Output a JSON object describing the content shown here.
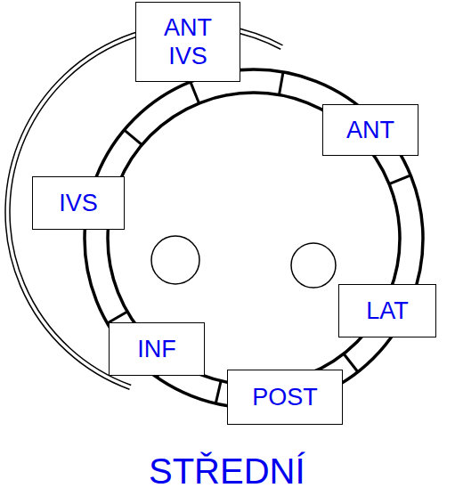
{
  "diagram": {
    "title": "STŘEDNÍ",
    "nodes": [
      {
        "text": [
          "ANT IVS"
        ]
      },
      {
        "text": [
          "ANT"
        ]
      },
      {
        "text": [
          "IVS"
        ]
      },
      {
        "text": [
          "LAT"
        ]
      },
      {
        "text": [
          "INF"
        ]
      },
      {
        "text": [
          "POST"
        ]
      }
    ]
  }
}
